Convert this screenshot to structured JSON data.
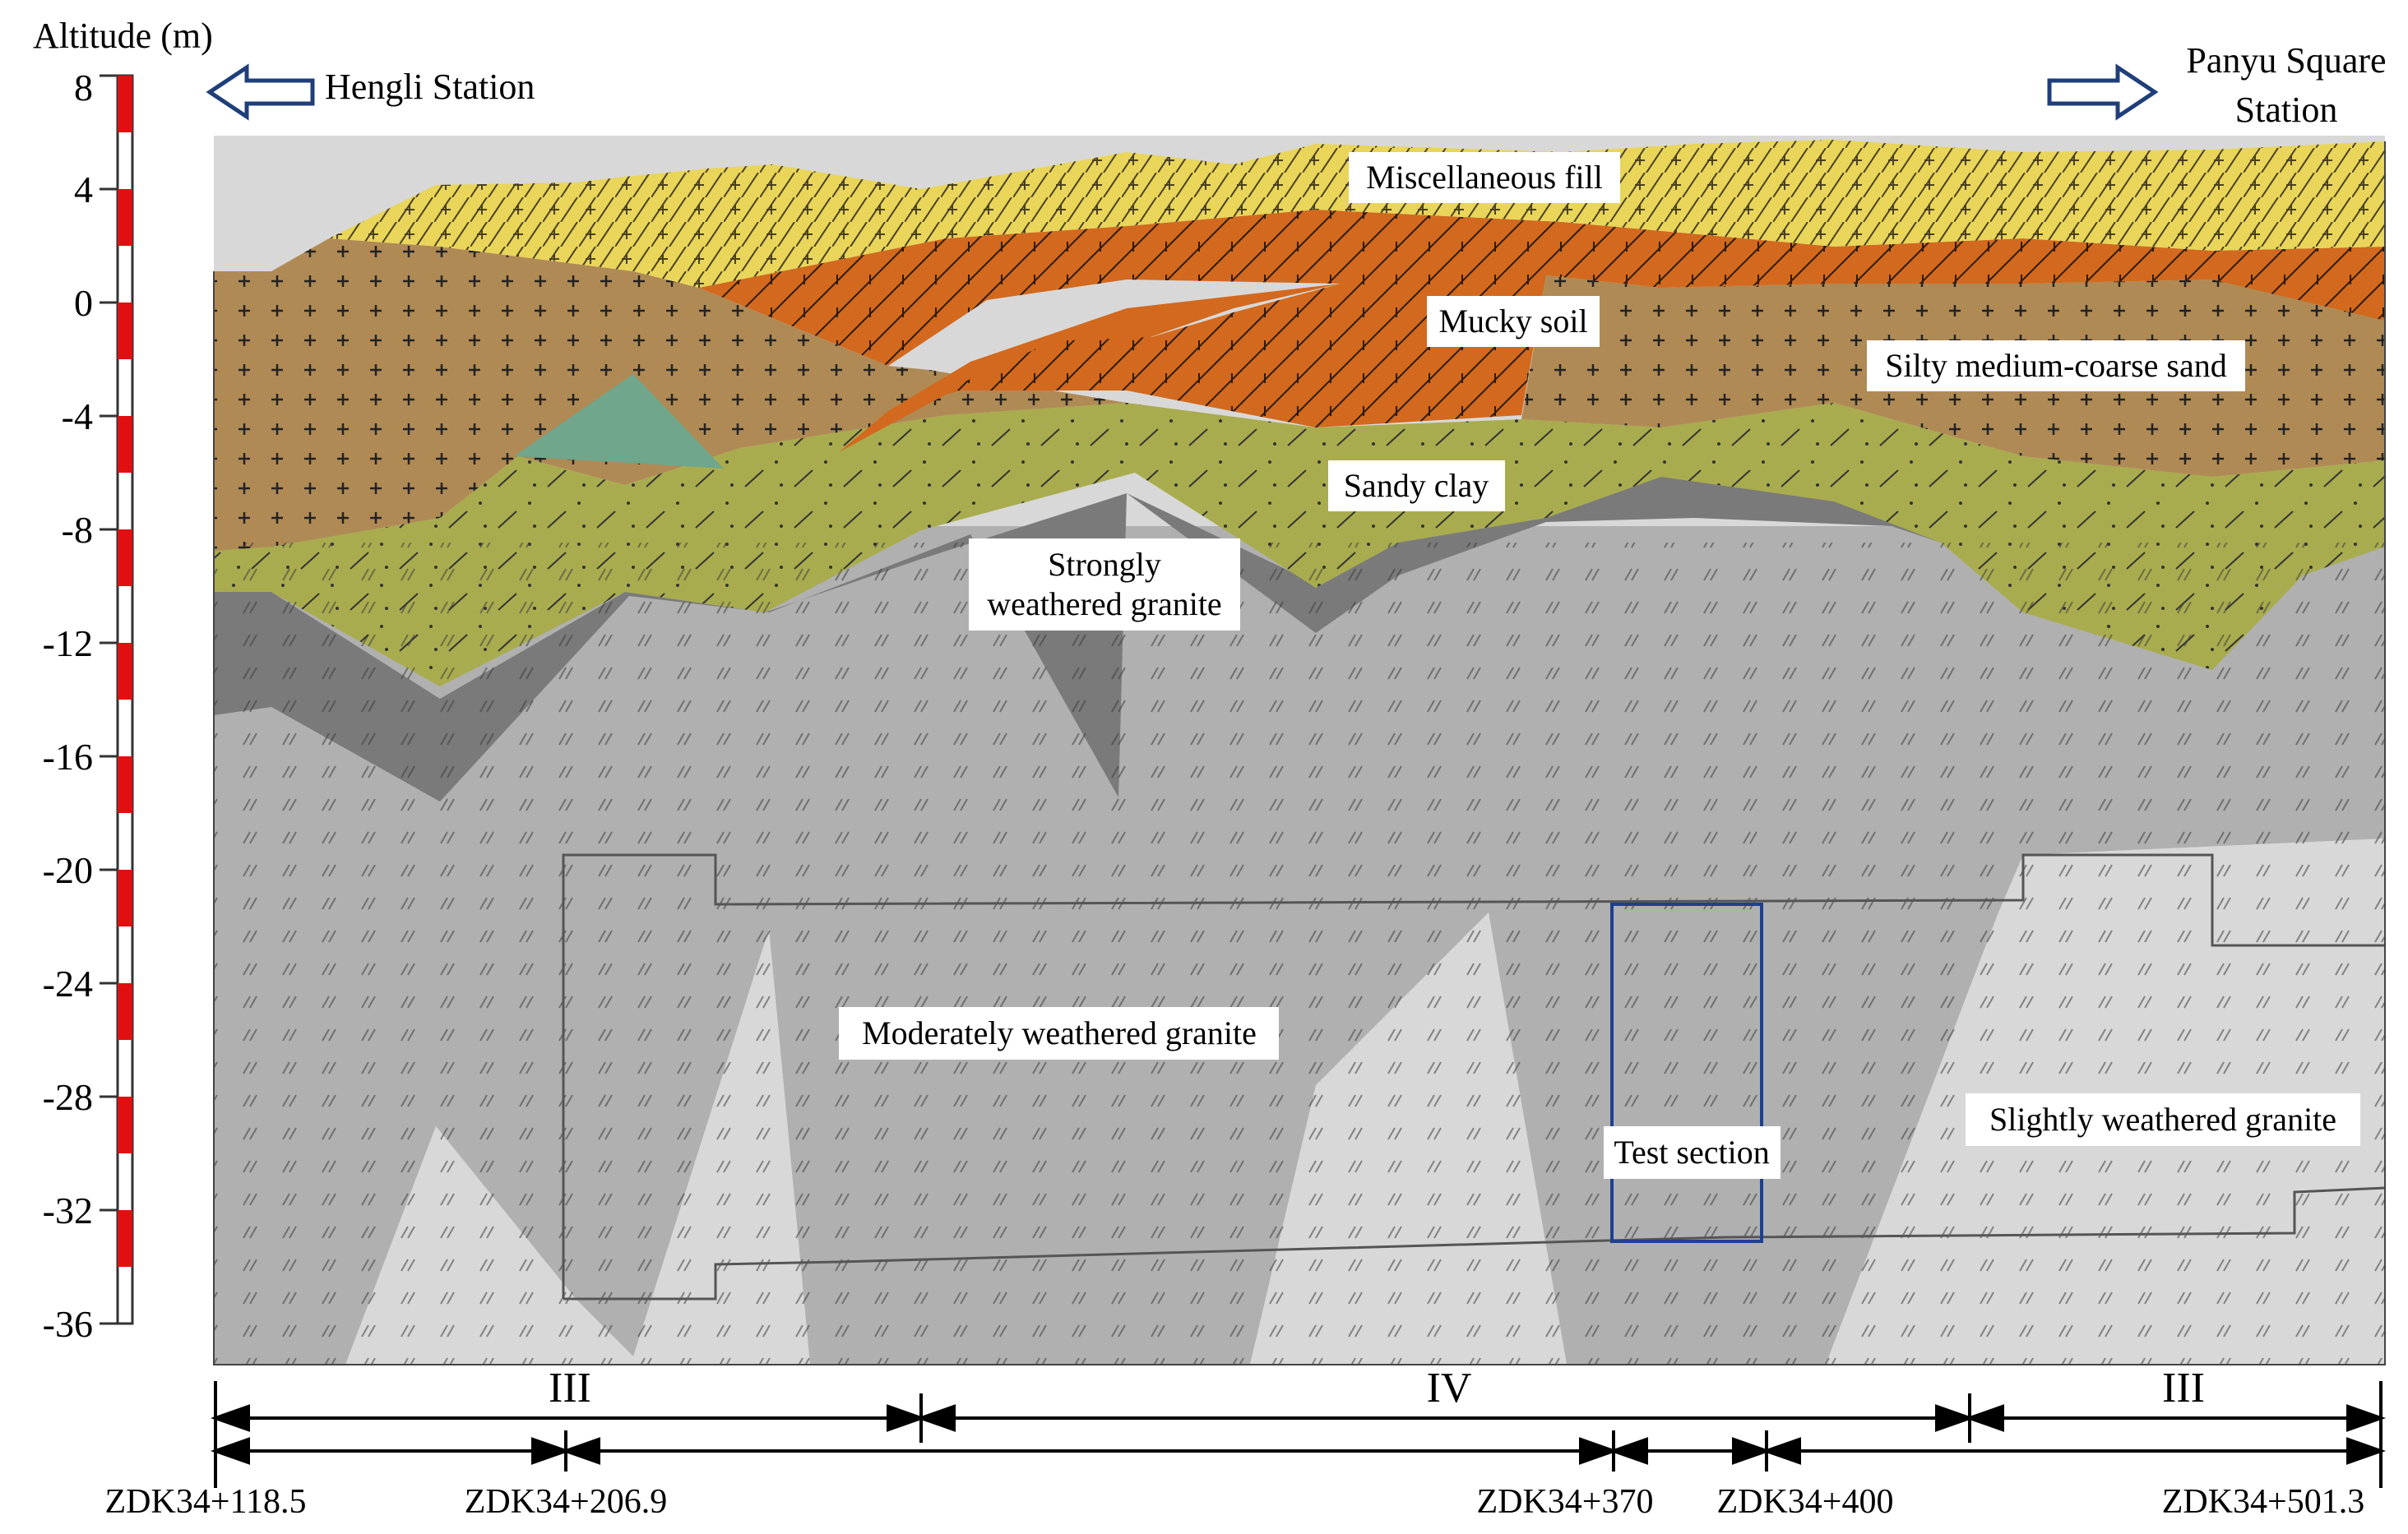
{
  "axis": {
    "title": "Altitude (m)",
    "ticks": [
      "8",
      "4",
      "0",
      "-4",
      "-8",
      "-12",
      "-16",
      "-20",
      "-24",
      "-28",
      "-32",
      "-36"
    ]
  },
  "stations": {
    "left": "Hengli Station",
    "right_line1": "Panyu Square",
    "right_line2": "Station"
  },
  "layers": {
    "fill": "Miscellaneous fill",
    "mucky": "Mucky soil",
    "sand": "Silty medium-coarse sand",
    "clay": "Sandy clay",
    "strong_line1": "Strongly",
    "strong_line2": "weathered granite",
    "moderate": "Moderately weathered granite",
    "slight": "Slightly weathered granite",
    "test": "Test section"
  },
  "grades": [
    "III",
    "IV",
    "III"
  ],
  "chainage": [
    "ZDK34+118.5",
    "ZDK34+206.9",
    "ZDK34+370",
    "ZDK34+400",
    "ZDK34+501.3"
  ],
  "colors": {
    "fill": "#e8d55a",
    "mucky": "#d2691e",
    "sand": "#b08a55",
    "clay": "#a9ac4e",
    "strong": "#7a7a7a",
    "moderate": "#b0b0b0",
    "slight": "#d8d8d8",
    "green_lens": "#6fa68c",
    "test_box": "#1f3f8f",
    "scale_red": "#e01010"
  }
}
